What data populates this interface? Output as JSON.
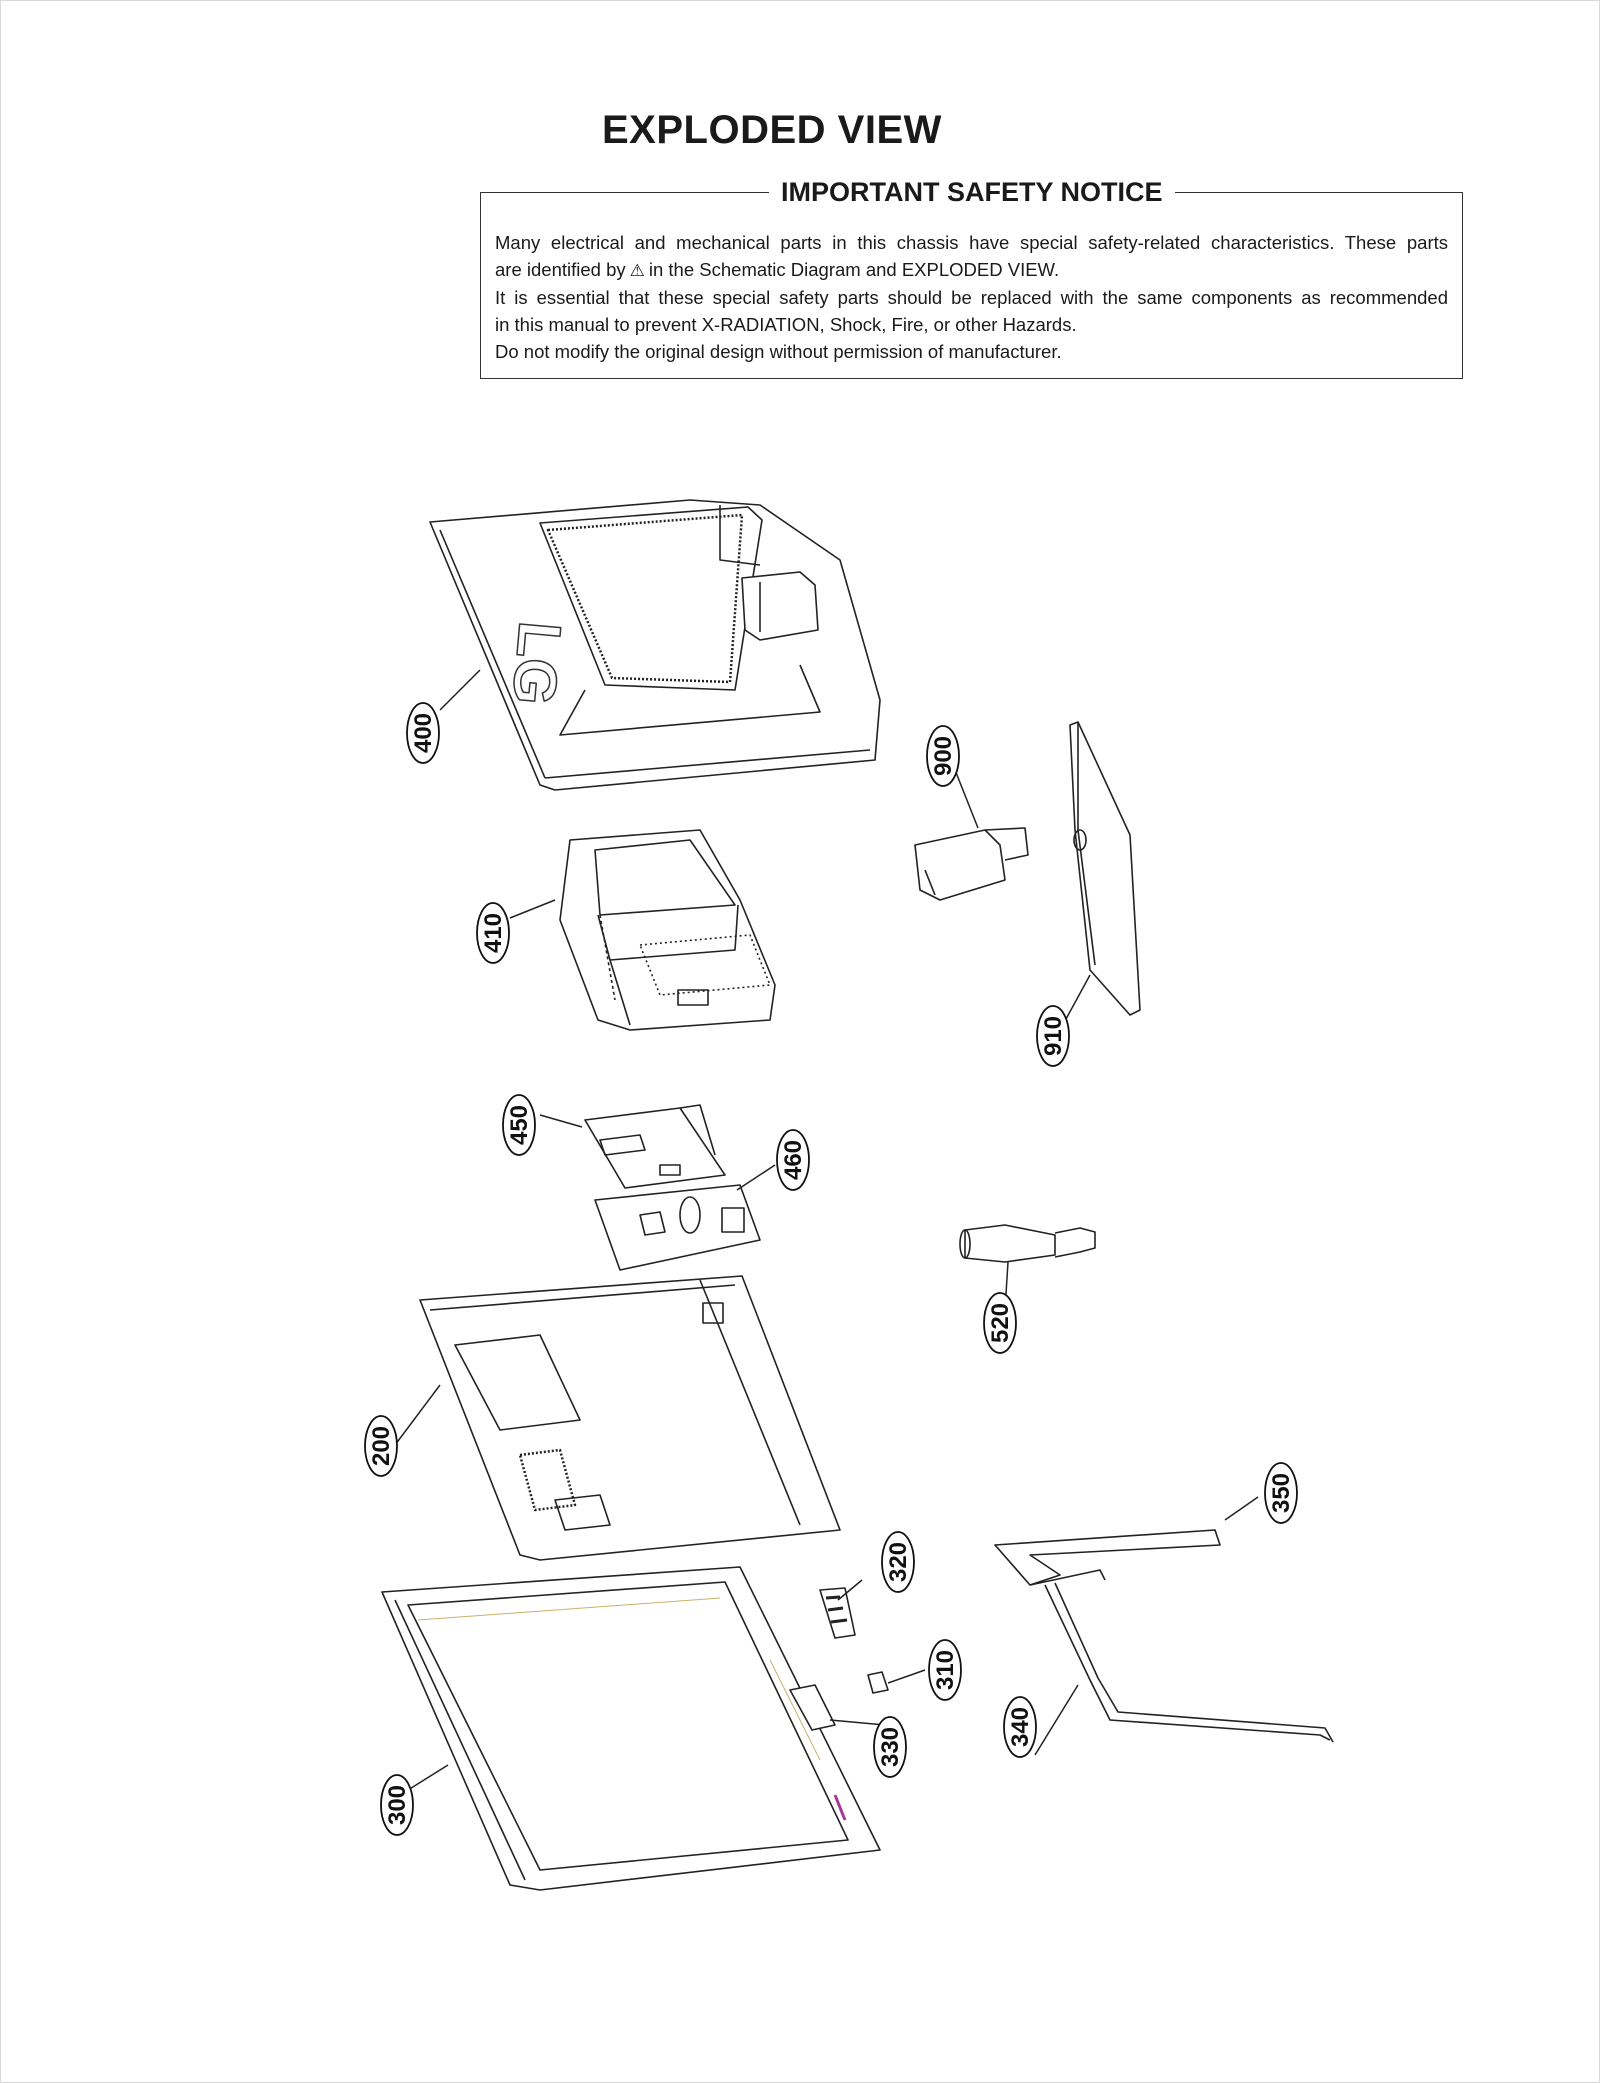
{
  "title": "EXPLODED VIEW",
  "notice": {
    "heading": "IMPORTANT SAFETY NOTICE",
    "line1": "Many electrical and mechanical parts in this chassis have special safety-related characteristics. These parts",
    "line2_pre": "are identified by",
    "line2_post": "in the Schematic Diagram and EXPLODED VIEW.",
    "line3": "It is essential that these special safety parts should be replaced with the same components as recommended",
    "line4": "in this manual to prevent X-RADIATION, Shock, Fire, or other Hazards.",
    "line5": "Do not modify the original design without permission of manufacturer.",
    "warning_icon": "warning-triangle-icon"
  },
  "parts": {
    "p400": "400",
    "p410": "410",
    "p900": "900",
    "p910": "910",
    "p450": "450",
    "p460": "460",
    "p520": "520",
    "p200": "200",
    "p350": "350",
    "p320": "320",
    "p310": "310",
    "p330": "330",
    "p340": "340",
    "p300": "300"
  },
  "logo_text": "LG"
}
